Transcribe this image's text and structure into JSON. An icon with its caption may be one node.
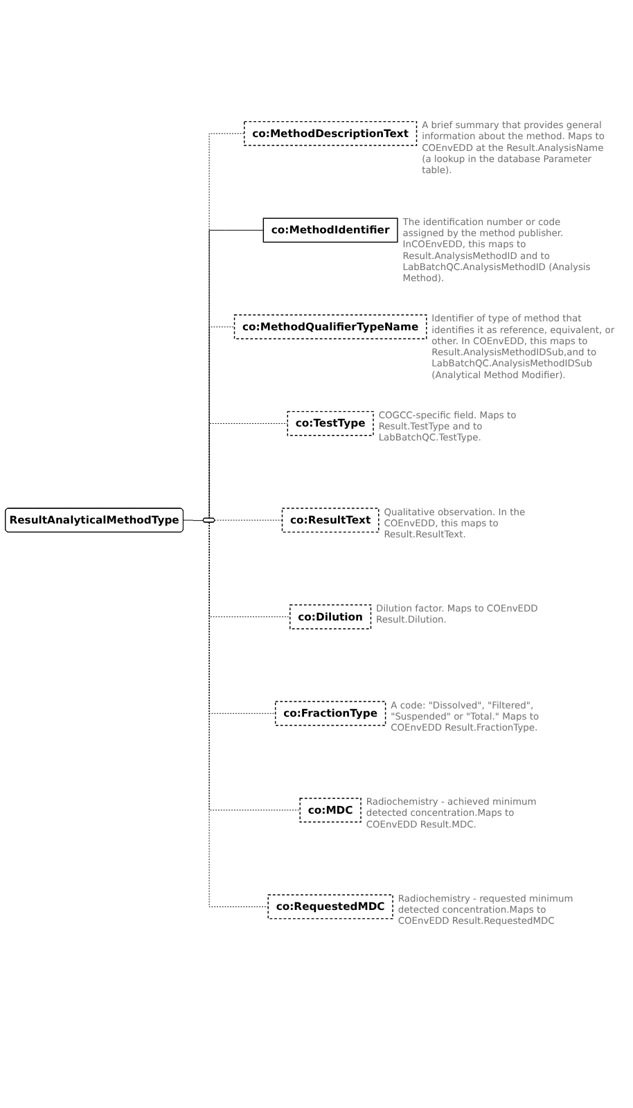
{
  "diagram": {
    "nodes": [
      {
        "text": [
          "ResultAnalyticalMethodType"
        ]
      },
      {
        "text": [],
        "shape": "octagon"
      },
      {
        "text": [
          "co:MethodDescriptionText"
        ],
        "beside": [
          "A brief summary that provides general information about the method. Maps to COEnvEDD at the Result.AnalysisName (a lookup in the database Parameter table)."
        ]
      },
      {
        "text": [
          "co:MethodIdentifier"
        ],
        "beside": [
          "The identification number or code assigned by the method publisher. InCOEnvEDD, this maps to Result.AnalysisMethodID and to LabBatchQC.AnalysisMethodID (Analysis Method)."
        ]
      },
      {
        "text": [
          "co:MethodQualifierTypeName"
        ],
        "beside": [
          "Identifier of type of method that identifies it as reference, equivalent, or other. In COEnvEDD, this maps to Result.AnalysisMethodIDSub,and to LabBatchQC.AnalysisMethodIDSub (Analytical Method Modifier)."
        ]
      },
      {
        "text": [
          "co:TestType"
        ],
        "beside": [
          "COGCC-specific field. Maps to Result.TestType and to LabBatchQC.TestType."
        ]
      },
      {
        "text": [
          "co:ResultText"
        ],
        "beside": [
          "Qualitative observation. In the COEnvEDD, this maps to Result.ResultText."
        ]
      },
      {
        "text": [
          "co:Dilution"
        ],
        "beside": [
          "Dilution factor. Maps to COEnvEDD Result.Dilution."
        ]
      },
      {
        "text": [
          "co:FractionType"
        ],
        "beside": [
          "A code: \"Dissolved\", \"Filtered\", \"Suspended\" or \"Total.\" Maps to COEnvEDD Result.FractionType."
        ]
      },
      {
        "text": [
          "co:MDC"
        ],
        "beside": [
          "Radiochemistry - achieved minimum detected concentration.Maps to COEnvEDD Result.MDC."
        ]
      },
      {
        "text": [
          "co:RequestedMDC"
        ],
        "beside": [
          "Radiochemistry - requested minimum detected concentration.Maps to COEnvEDD Result.RequestedMDC"
        ]
      }
    ],
    "edges": [
      {
        "from": 0,
        "to": 1,
        "arrow": "none"
      },
      {
        "from": 1,
        "to": 2,
        "arrow": "none",
        "style": "dashed"
      },
      {
        "from": 1,
        "to": 3,
        "arrow": "none"
      },
      {
        "from": 1,
        "to": 4,
        "arrow": "none",
        "style": "dashed"
      },
      {
        "from": 1,
        "to": 5,
        "arrow": "none",
        "style": "dashed"
      },
      {
        "from": 1,
        "to": 6,
        "arrow": "none",
        "style": "dashed"
      },
      {
        "from": 1,
        "to": 7,
        "arrow": "none",
        "style": "dashed"
      },
      {
        "from": 1,
        "to": 8,
        "arrow": "none",
        "style": "dashed"
      },
      {
        "from": 1,
        "to": 9,
        "arrow": "none",
        "style": "dashed"
      },
      {
        "from": 1,
        "to": 10,
        "arrow": "none",
        "style": "dashed"
      }
    ]
  }
}
